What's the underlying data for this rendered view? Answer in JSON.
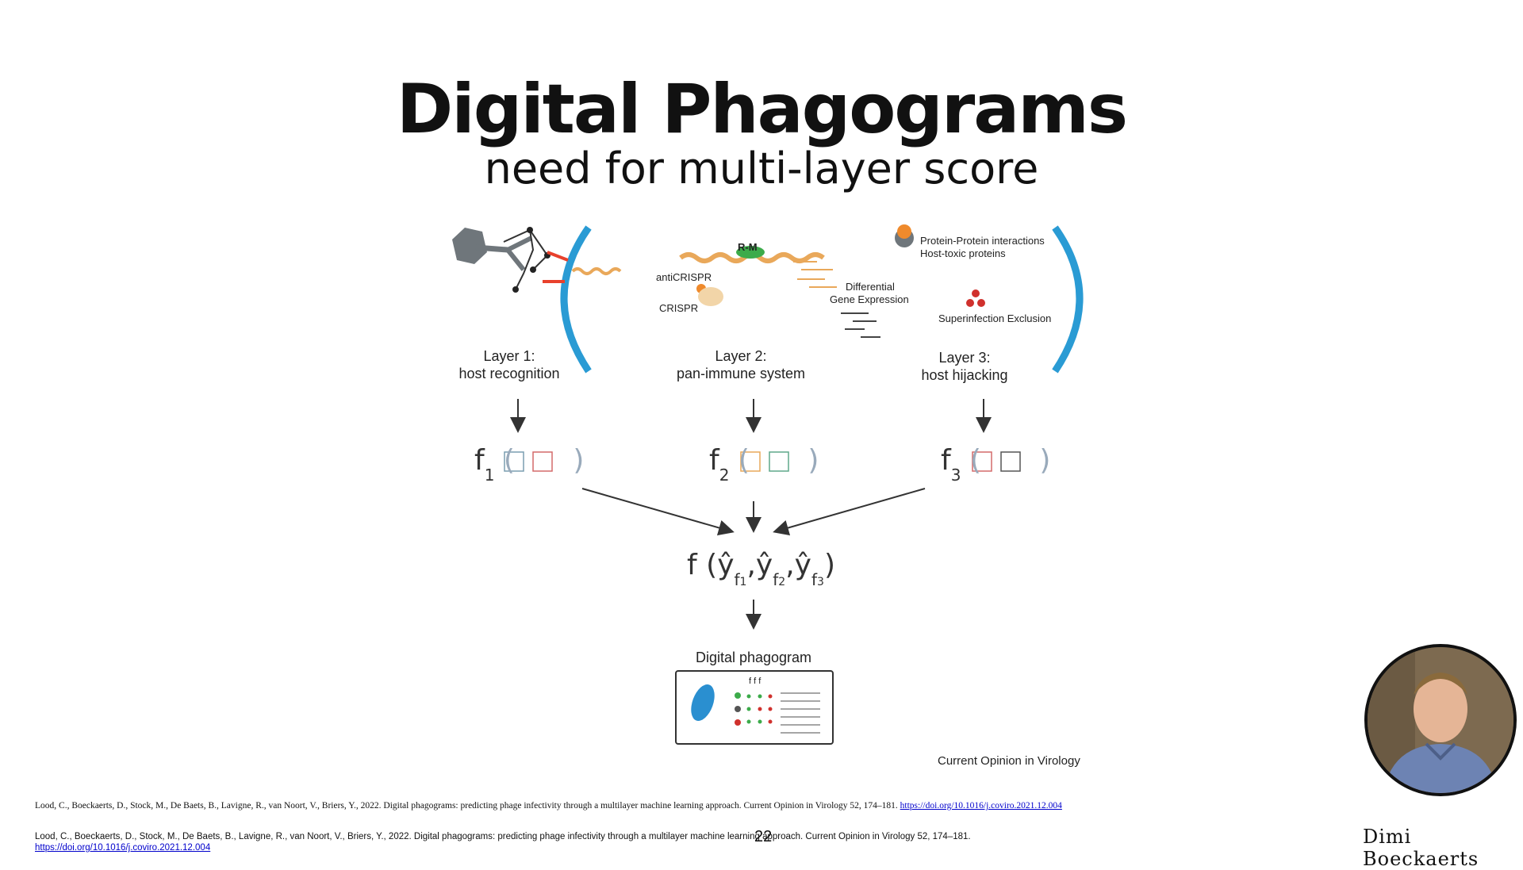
{
  "slide": {
    "title": "Digital Phagograms",
    "subtitle": "need for multi-layer score",
    "page_number": "22",
    "presenter": "Dimi Boeckaerts"
  },
  "figure": {
    "layers": [
      {
        "name": "Layer 1:",
        "desc": "host recognition",
        "func": "f",
        "sub": "1"
      },
      {
        "name": "Layer 2:",
        "desc": "pan-immune system",
        "func": "f",
        "sub": "2"
      },
      {
        "name": "Layer 3:",
        "desc": "host hijacking",
        "func": "f",
        "sub": "3"
      }
    ],
    "annotations": {
      "rm": "R-M",
      "anticrispr": "antiCRISPR",
      "crispr": "CRISPR",
      "diff_expr_1": "Differential",
      "diff_expr_2": "Gene Expression",
      "ppi_1": "Protein-Protein interactions",
      "ppi_2": "Host-toxic proteins",
      "superinfection": "Superinfection Exclusion"
    },
    "combined_function": "f",
    "combined_terms": [
      "ŷ",
      "f",
      "1",
      "ŷ",
      "f",
      "2",
      "ŷ",
      "f",
      "3"
    ],
    "output_label": "Digital phagogram",
    "output_header": "f  f  f",
    "source": "Current Opinion in Virology"
  },
  "references": {
    "ref_serif": "Lood, C., Boeckaerts, D., Stock, M., De Baets, B., Lavigne, R., van Noort, V., Briers, Y., 2022. Digital phagograms: predicting phage infectivity through a multilayer machine learning approach. Current Opinion in Virology 52, 174–181.",
    "ref_serif_link": "https://doi.org/10.1016/j.coviro.2021.12.004",
    "ref_sans": "Lood, C., Boeckaerts, D., Stock, M., De Baets, B., Lavigne, R., van Noort, V., Briers, Y., 2022. Digital phagograms: predicting phage infectivity through a multilayer machine learning approach. Current Opinion in Virology 52, 174–181.",
    "ref_sans_link": "https://doi.org/10.1016/j.coviro.2021.12.004"
  }
}
